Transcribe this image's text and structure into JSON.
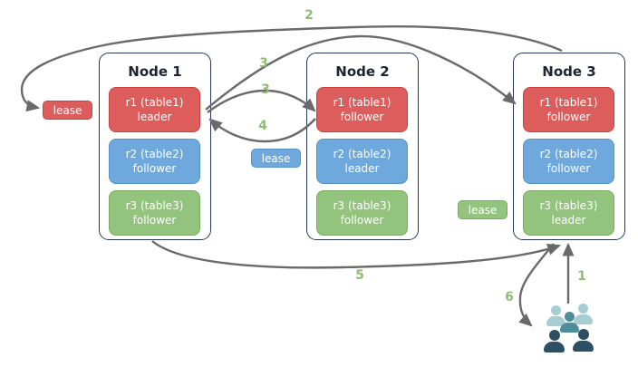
{
  "colors": {
    "arrow": "#6a6a6a",
    "label-green": "#8fbe72",
    "node-border": "#26395c",
    "title-text": "#1c2430",
    "red-fill": "#dd5d5c",
    "red-border": "#cc3f3e",
    "blue-fill": "#6fa8dc",
    "blue-border": "#5892cd",
    "green-fill": "#93c47d",
    "green-border": "#7aac61",
    "people-light": "#a5ced3",
    "people-mid": "#4f8e98",
    "people-dark": "#2d4f63"
  },
  "nodes": [
    {
      "title": "Node 1",
      "replicas": [
        {
          "label": "r1 (table1)",
          "role": "leader"
        },
        {
          "label": "r2 (table2)",
          "role": "follower"
        },
        {
          "label": "r3 (table3)",
          "role": "follower"
        }
      ]
    },
    {
      "title": "Node 2",
      "replicas": [
        {
          "label": "r1 (table1)",
          "role": "follower"
        },
        {
          "label": "r2 (table2)",
          "role": "leader"
        },
        {
          "label": "r3 (table3)",
          "role": "follower"
        }
      ]
    },
    {
      "title": "Node 3",
      "replicas": [
        {
          "label": "r1 (table1)",
          "role": "follower"
        },
        {
          "label": "r2 (table2)",
          "role": "follower"
        },
        {
          "label": "r3 (table3)",
          "role": "leader"
        }
      ]
    }
  ],
  "leases": [
    {
      "label": "lease",
      "color": "red"
    },
    {
      "label": "lease",
      "color": "blue"
    },
    {
      "label": "lease",
      "color": "green"
    }
  ],
  "arrows": {
    "a1": "1",
    "a2": "2",
    "a3a": "3",
    "a3b": "3",
    "a4": "4",
    "a5": "5",
    "a6": "6"
  }
}
